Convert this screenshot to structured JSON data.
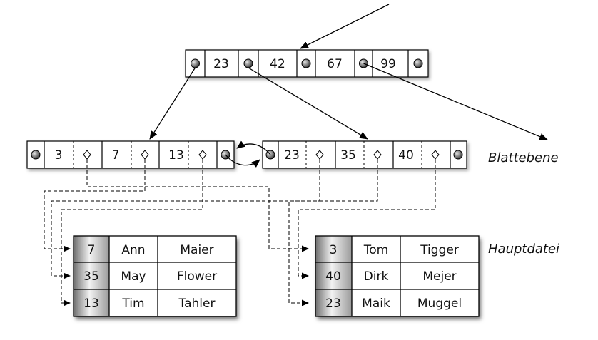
{
  "root_node": {
    "keys": [
      "23",
      "42",
      "67",
      "99"
    ]
  },
  "leaf_nodes": [
    {
      "keys": [
        "3",
        "7",
        "13"
      ]
    },
    {
      "keys": [
        "23",
        "35",
        "40"
      ]
    }
  ],
  "labels": {
    "leaf_level": "Blattebene",
    "main_file": "Hauptdatei"
  },
  "tables": [
    {
      "rows": [
        [
          "7",
          "Ann",
          "Maier"
        ],
        [
          "35",
          "May",
          "Flower"
        ],
        [
          "13",
          "Tim",
          "Tahler"
        ]
      ]
    },
    {
      "rows": [
        [
          "3",
          "Tom",
          "Tigger"
        ],
        [
          "40",
          "Dirk",
          "Mejer"
        ],
        [
          "23",
          "Maik",
          "Muggel"
        ]
      ]
    }
  ]
}
